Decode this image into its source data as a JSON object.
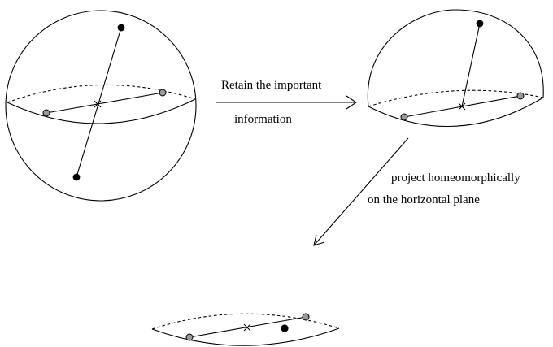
{
  "labels": {
    "arrow_top_line1": "Retain the important",
    "arrow_top_line2": "information",
    "arrow_diag_line1": "project homeomorphically",
    "arrow_diag_line2": "on the horizontal plane"
  },
  "colors": {
    "stroke": "#000000",
    "grey_point": "#9a9a9a",
    "black_point": "#000000",
    "background": "#ffffff"
  },
  "icons": {
    "center": "cross-mark",
    "black_point": "filled-circle",
    "grey_point": "grey-circle"
  }
}
